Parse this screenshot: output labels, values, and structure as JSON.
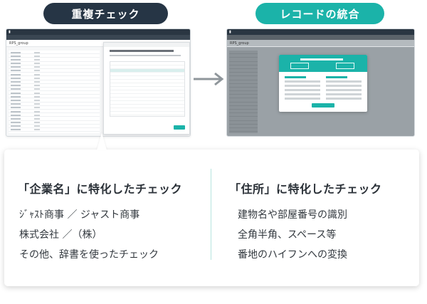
{
  "labels": {
    "duplicate_check": "重複チェック",
    "merge_records": "レコードの統合"
  },
  "screens": {
    "left_window_title": "RPS_group",
    "right_window_title": "RPS_group"
  },
  "company_section": {
    "heading": "「企業名」に特化したチェック",
    "items": [
      "ｼﾞｬｽﾄ商事 ／ ジャスト商事",
      "株式会社 ／（株）",
      "その他、辞書を使ったチェック"
    ]
  },
  "address_section": {
    "heading": "「住所」に特化したチェック",
    "items": [
      "建物名や部屋番号の識別",
      "全角半角、スペース等",
      "番地のハイフンへの変換"
    ]
  },
  "colors": {
    "dark_pill": "#263545",
    "accent": "#1bb3a9"
  },
  "icons": {
    "arrow": "arrow-right-icon"
  }
}
